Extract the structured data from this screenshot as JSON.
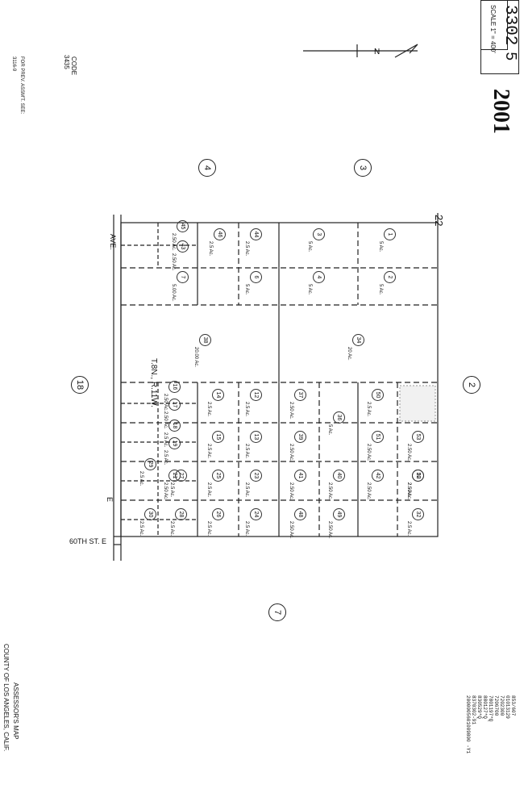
{
  "header": {
    "book_page": "3302",
    "sheet": "5",
    "scale": "SCALE 1\" = 400'",
    "year_stamp": "2001"
  },
  "north_arrow": {
    "label": "N"
  },
  "side_notes": {
    "code_label": "CODE",
    "code_value": "3435",
    "prev_assmt_label": "FOR PREV. ASSM'T. SEE:",
    "prev_assmt_value": "3116-9"
  },
  "township": "T.8N., R.11W.",
  "streets": {
    "ave": "AVE.",
    "e_label": "E",
    "sixtieth": "60TH ST. E"
  },
  "section_numbers": [
    "4",
    "3",
    "2",
    "18",
    "7"
  ],
  "grid_number": "22",
  "footer": {
    "line1": "ASSESSOR'S MAP",
    "line2": "COUNTY OF LOS ANGELES, CALIF."
  },
  "revision_codes": [
    "853/607",
    "01013129",
    "7202300",
    "7206700",
    "7801197*Q",
    "880127*Q",
    "830529*Q",
    "8370302-91",
    "2000005601009800 -Y1"
  ],
  "parcels": [
    {
      "no": "1",
      "area": "5 Ac."
    },
    {
      "no": "2",
      "area": "5 Ac."
    },
    {
      "no": "3",
      "area": "5 Ac."
    },
    {
      "no": "4",
      "area": "5 Ac."
    },
    {
      "no": "44",
      "area": "2.5 Ac."
    },
    {
      "no": "6",
      "area": "5 Ac."
    },
    {
      "no": "46",
      "area": "2.5 Ac."
    },
    {
      "no": "7",
      "area": "5.00 Ac."
    },
    {
      "no": "45",
      "area": "2.50 Ac."
    },
    {
      "no": "43",
      "area": "2.50 Ac."
    },
    {
      "no": "34",
      "area": "20 Ac."
    },
    {
      "no": "38",
      "area": "20.00 Ac."
    },
    {
      "no": "50",
      "area": "2.5 Ac."
    },
    {
      "no": "51",
      "area": "2.50 Ac."
    },
    {
      "no": "37",
      "area": "2.50 Ac."
    },
    {
      "no": "36",
      "area": "5 Ac."
    },
    {
      "no": "53",
      "area": "2.50 Ac."
    },
    {
      "no": "52",
      "area": "2.50 Ac."
    },
    {
      "no": "12",
      "area": "2.5 Ac."
    },
    {
      "no": "13",
      "area": "2.5 Ac."
    },
    {
      "no": "14",
      "area": "2.5 Ac."
    },
    {
      "no": "15",
      "area": "2.5 Ac."
    },
    {
      "no": "16",
      "area": "2.50 Ac."
    },
    {
      "no": "17",
      "area": "2.50 Ac."
    },
    {
      "no": "18",
      "area": "2.5 Ac."
    },
    {
      "no": "19",
      "area": "2.5 Ac."
    },
    {
      "no": "20",
      "area": "2.5 Ac."
    },
    {
      "no": "21",
      "area": "2.50 Ac."
    },
    {
      "no": "23",
      "area": "2.5 Ac."
    },
    {
      "no": "24",
      "area": "2.5 Ac."
    },
    {
      "no": "25",
      "area": "2.5 Ac."
    },
    {
      "no": "26",
      "area": "2.5 Ac."
    },
    {
      "no": "27",
      "area": "2.5 Ac."
    },
    {
      "no": "28",
      "area": "2.5 Ac."
    },
    {
      "no": "29",
      "area": "2.5 Ac."
    },
    {
      "no": "30",
      "area": "2.5 Ac."
    },
    {
      "no": "32",
      "area": "2.5 Ac."
    },
    {
      "no": "40",
      "area": "2.50 Ac."
    },
    {
      "no": "41",
      "area": "2.50 Ac."
    },
    {
      "no": "42",
      "area": "2.50 Ac."
    },
    {
      "no": "48",
      "area": "2.50 Ac."
    },
    {
      "no": "49",
      "area": "2.50 Ac."
    },
    {
      "no": "39",
      "area": "2.50 Ac."
    }
  ]
}
